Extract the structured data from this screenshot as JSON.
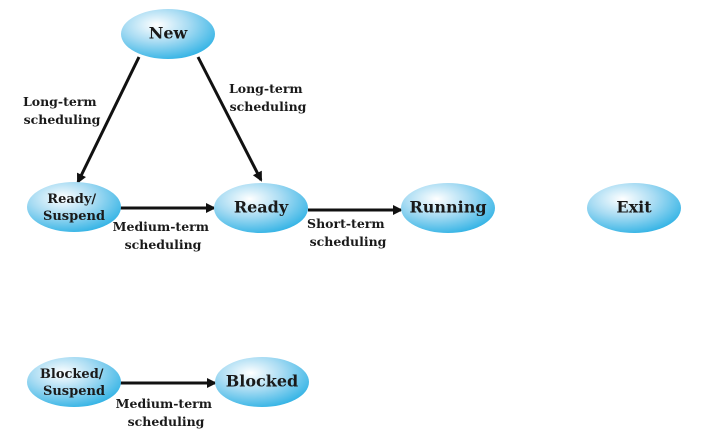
{
  "nodes": {
    "new": "New",
    "ready_suspend": [
      "Ready/",
      "Suspend"
    ],
    "ready": "Ready",
    "running": "Running",
    "exit": "Exit",
    "blocked_suspend": [
      "Blocked/",
      "Suspend"
    ],
    "blocked": "Blocked"
  },
  "edges": {
    "new_to_ready_suspend": [
      "Long-term",
      "scheduling"
    ],
    "new_to_ready": [
      "Long-term",
      "scheduling"
    ],
    "ready_suspend_to_ready": [
      "Medium-term",
      "scheduling"
    ],
    "ready_to_running": [
      "Short-term",
      "scheduling"
    ],
    "blocked_suspend_to_blocked": [
      "Medium-term",
      "scheduling"
    ]
  },
  "colors": {
    "node_fill_light": "#ffffff",
    "node_fill_mid": "#a9dcf3",
    "node_fill_dark": "#2ab0e4",
    "arrow": "#111111"
  }
}
